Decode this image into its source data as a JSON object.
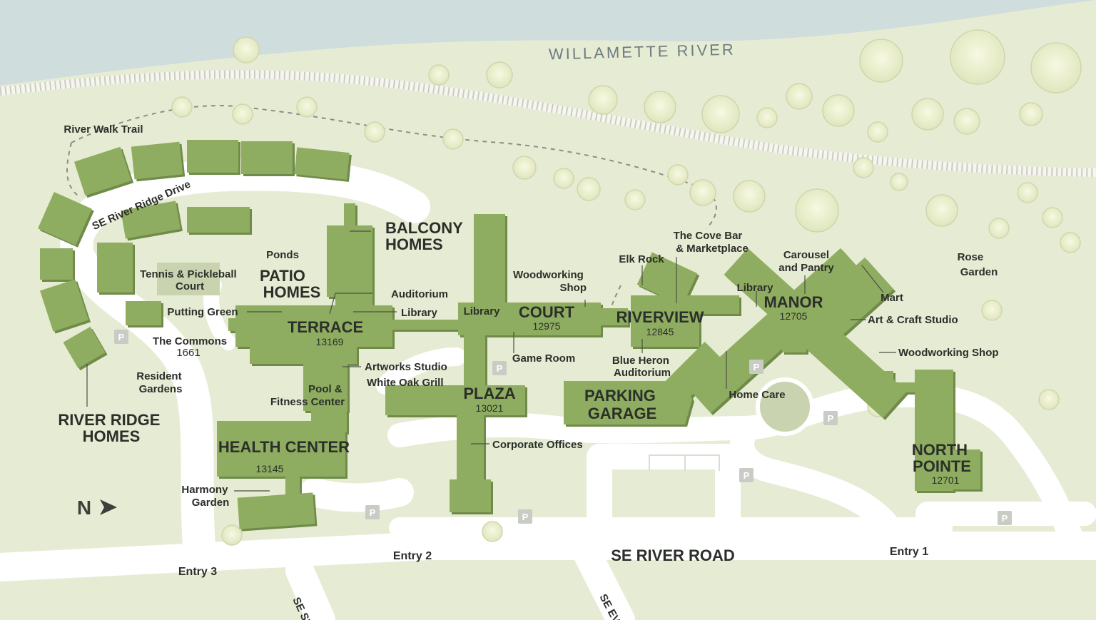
{
  "colors": {
    "land": "#e6ecd4",
    "river": "#cfdddd",
    "road": "#ffffff",
    "building": "#8fad61",
    "building_shadow": "#6f8b48",
    "tree": "#eef2cf",
    "text": "#2b2f2a",
    "parking": "#c9ccc5",
    "court_area": "#c9d3b0"
  },
  "water": {
    "name": "WILLAMETTE RIVER"
  },
  "roads": {
    "river_road": "SE RIVER ROAD",
    "ridge_drive": "SE River Ridge Drive",
    "side_road_1": "SE SI",
    "side_road_2": "SE EV"
  },
  "trail": {
    "name": "River Walk Trail"
  },
  "entries": {
    "entry1": "Entry 1",
    "entry2": "Entry 2",
    "entry3": "Entry 3"
  },
  "compass": {
    "label": "N",
    "icon": "north-arrow-icon"
  },
  "parking_symbol": "P",
  "buildings": {
    "river_ridge_homes": [
      "RIVER RIDGE",
      "HOMES"
    ],
    "patio_homes": [
      "PATIO",
      "HOMES"
    ],
    "balcony_homes": [
      "BALCONY",
      "HOMES"
    ],
    "terrace": {
      "name": "TERRACE",
      "number": "13169"
    },
    "court": {
      "name": "COURT",
      "number": "12975"
    },
    "plaza": {
      "name": "PLAZA",
      "number": "13021"
    },
    "riverview": {
      "name": "RIVERVIEW",
      "number": "12845"
    },
    "manor": {
      "name": "MANOR",
      "number": "12705"
    },
    "health_center": {
      "name": "HEALTH CENTER",
      "number": "13145"
    },
    "parking_garage": [
      "PARKING",
      "GARAGE"
    ],
    "north_pointe": {
      "name": [
        "NORTH",
        "POINTE"
      ],
      "number": "12701"
    }
  },
  "amenities": {
    "commons": {
      "name": "The Commons",
      "number": "1661"
    },
    "resident_gardens": [
      "Resident",
      "Gardens"
    ],
    "tennis": [
      "Tennis & Pickleball",
      "Court"
    ],
    "putting_green": "Putting Green",
    "ponds": "Ponds",
    "auditorium": "Auditorium",
    "library_terrace": "Library",
    "library_court": "Library",
    "library_manor": "Library",
    "artworks": "Artworks Studio",
    "white_oak": "White Oak Grill",
    "pool": [
      "Pool &",
      "Fitness Center"
    ],
    "harmony": [
      "Harmony",
      "Garden"
    ],
    "woodworking_court": [
      "Woodworking",
      "Shop"
    ],
    "game_room": "Game Room",
    "corporate_offices": "Corporate Offices",
    "elk_rock": "Elk Rock",
    "cove_bar": [
      "The Cove Bar",
      "& Marketplace"
    ],
    "blue_heron": [
      "Blue Heron",
      "Auditorium"
    ],
    "home_care": "Home Care",
    "carousel": [
      "Carousel",
      "and Pantry"
    ],
    "mart": "Mart",
    "art_craft": "Art & Craft Studio",
    "woodworking_manor": "Woodworking Shop",
    "rose_garden": [
      "Rose",
      "Garden"
    ]
  }
}
